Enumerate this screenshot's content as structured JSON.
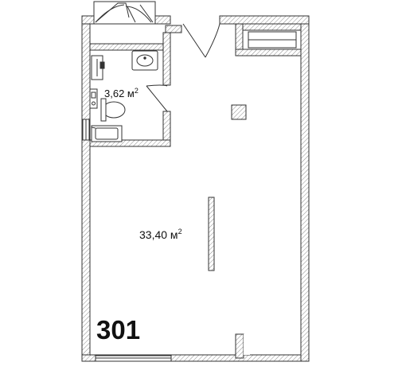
{
  "floorplan": {
    "unit_number": "301",
    "rooms": [
      {
        "id": "bathroom",
        "area": "3,62 м",
        "sup": "2"
      },
      {
        "id": "main-room",
        "area": "33,40 м",
        "sup": "2"
      }
    ]
  },
  "colors": {
    "wall_fill": "#ffffff",
    "wall_stroke": "#333333",
    "hatch": "#8a8a8a",
    "text": "#111111"
  }
}
